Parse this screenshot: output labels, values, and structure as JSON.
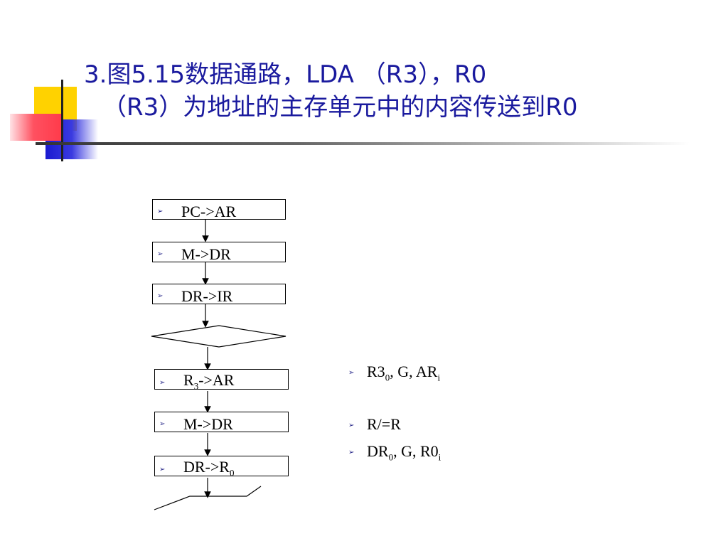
{
  "title": {
    "line1": "3.图5.15数据通路，LDA （R3），R0",
    "line2": "（R3）为地址的主存单元中的内容传送到R0"
  },
  "bullet_glyph": "➢",
  "flow": {
    "box1": "PC->AR",
    "box2": "M->DR",
    "box3": "DR->IR",
    "box4": {
      "pre": "R",
      "sub": "3",
      "post": "->AR"
    },
    "box5": "M->DR",
    "box6": {
      "pre": "DR->R",
      "sub": "0"
    }
  },
  "notes": {
    "n1": {
      "pre": "R3",
      "sub1": "0",
      "mid": ", G, AR",
      "sub2": "i"
    },
    "n2": "R/=R",
    "n3": {
      "pre": "DR",
      "sub1": "0",
      "mid": ", G, R0",
      "sub2": "i"
    }
  },
  "colors": {
    "title": "#1a1a9e",
    "yellow": "#ffd200",
    "blue": "#1a1ad0",
    "red": "#ff3a4a"
  }
}
